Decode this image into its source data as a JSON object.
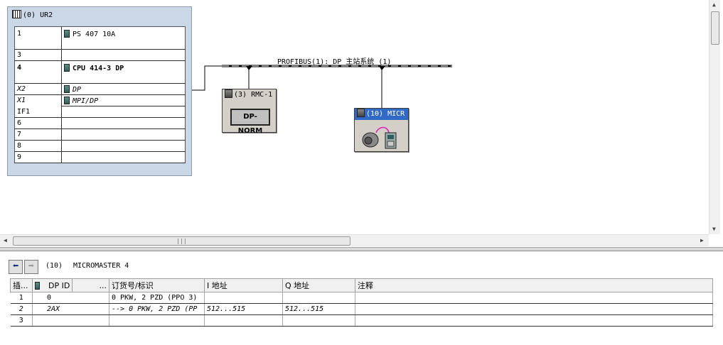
{
  "rack": {
    "title": "(0)  UR2",
    "rows": [
      {
        "slot": "1",
        "module": "PS 407 10A",
        "icon": true,
        "style": "tall"
      },
      {
        "slot": "3",
        "module": "",
        "icon": false,
        "style": "normal"
      },
      {
        "slot": "4",
        "module": "CPU 414-3 DP",
        "icon": true,
        "style": "tall-bold"
      },
      {
        "slot": "X2",
        "module": "DP",
        "icon": true,
        "style": "sub"
      },
      {
        "slot": "X1",
        "module": "MPI/DP",
        "icon": true,
        "style": "sub"
      },
      {
        "slot": "IF1",
        "module": "",
        "icon": false,
        "style": "normal"
      },
      {
        "slot": "6",
        "module": "",
        "icon": false,
        "style": "normal"
      },
      {
        "slot": "7",
        "module": "",
        "icon": false,
        "style": "normal"
      },
      {
        "slot": "8",
        "module": "",
        "icon": false,
        "style": "normal"
      },
      {
        "slot": "9",
        "module": "",
        "icon": false,
        "style": "normal"
      }
    ]
  },
  "network": {
    "bus_label": "PROFIBUS(1): DP 主站系统 (1)",
    "rmc": {
      "title": "(3) RMC-1",
      "button": "DP-NORM"
    },
    "micro": {
      "title": "(10) MICR"
    }
  },
  "lower": {
    "station_num": "(10)",
    "station_name": "MICROMASTER 4",
    "headers": [
      "插...",
      "DP ID",
      "...",
      "订货号/标识",
      "I 地址",
      "Q 地址",
      "注释"
    ],
    "rows": [
      {
        "slot": "1",
        "dpid": "0",
        "order": "0 PKW,  2 PZD  (PPO 3)",
        "i_addr": "",
        "q_addr": "",
        "comment": "",
        "italic": false
      },
      {
        "slot": "2",
        "dpid": "2AX",
        "order": "--> 0 PKW,  2 PZD  (PP",
        "i_addr": "512...515",
        "q_addr": "512...515",
        "comment": "",
        "italic": true
      },
      {
        "slot": "3",
        "dpid": "",
        "order": "",
        "i_addr": "",
        "q_addr": "",
        "comment": "",
        "italic": false
      }
    ]
  }
}
